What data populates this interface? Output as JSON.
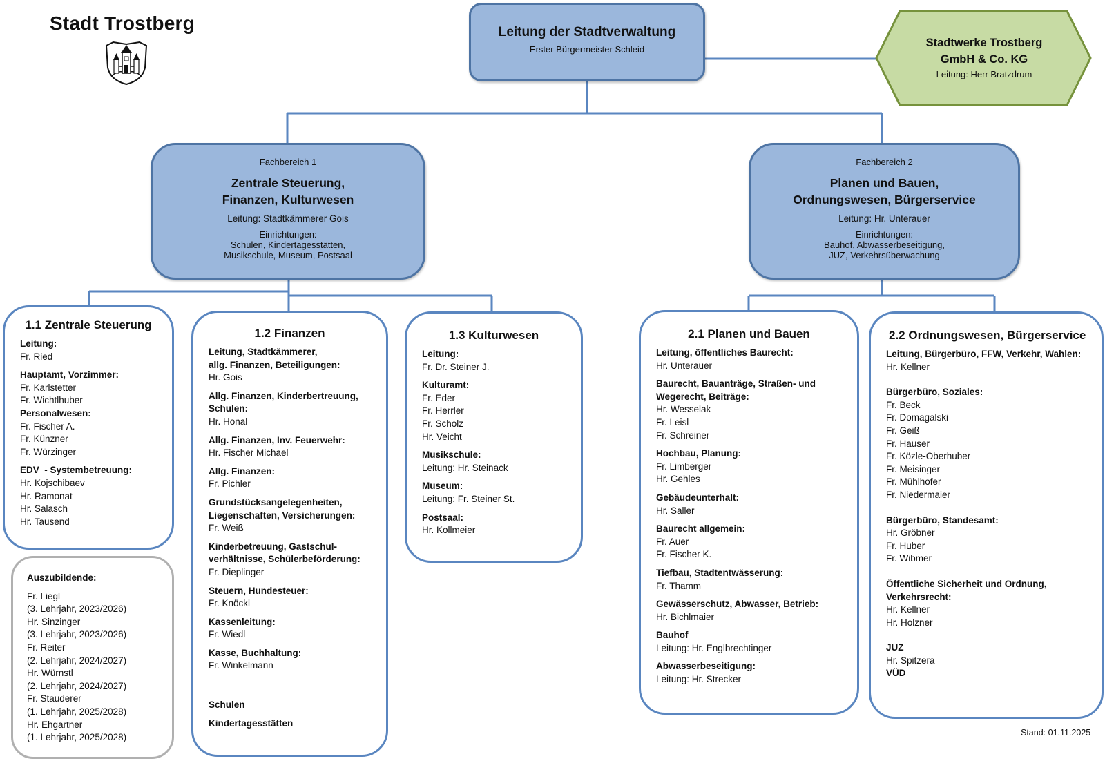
{
  "header": {
    "title": "Stadt Trostberg",
    "crest_icon": "castle-crest-icon"
  },
  "leadership": {
    "title": "Leitung der Stadtverwaltung",
    "subtitle": "Erster Bürgermeister Schleid"
  },
  "stadtwerke": {
    "title_line1": "Stadtwerke Trostberg",
    "title_line2": "GmbH & Co. KG",
    "lead": "Leitung: Herr Bratzdrum"
  },
  "fachbereiche": [
    {
      "label": "Fachbereich 1",
      "title_line1": "Zentrale Steuerung,",
      "title_line2": "Finanzen, Kulturwesen",
      "lead": "Leitung: Stadtkämmerer Gois",
      "einrichtungen_label": "Einrichtungen:",
      "einrichtungen_line1": "Schulen, Kindertagesstätten,",
      "einrichtungen_line2": "Musikschule, Museum, Postsaal"
    },
    {
      "label": "Fachbereich 2",
      "title_line1": "Planen und Bauen,",
      "title_line2": "Ordnungswesen, Bürgerservice",
      "lead": "Leitung: Hr. Unterauer",
      "einrichtungen_label": "Einrichtungen:",
      "einrichtungen_line1": "Bauhof, Abwasserbeseitigung,",
      "einrichtungen_line2": "JUZ, Verkehrsüberwachung"
    }
  ],
  "units": {
    "u11": {
      "title": "1.1 Zentrale Steuerung",
      "sections": [
        {
          "title": "Leitung:",
          "people": [
            "Fr. Ried"
          ]
        },
        {
          "title": "Hauptamt, Vorzimmer:",
          "people": [
            "Fr. Karlstetter",
            "Fr. Wichtlhuber"
          ]
        },
        {
          "title": "Personalwesen:",
          "people": [
            "Fr. Fischer A.",
            "Fr. Künzner",
            "Fr. Würzinger"
          ]
        },
        {
          "title": "EDV  - Systembetreuung:",
          "people": [
            "Hr. Kojschibaev",
            "Hr. Ramonat",
            "Hr. Salasch",
            "Hr. Tausend"
          ]
        }
      ]
    },
    "u12": {
      "title": "1.2 Finanzen",
      "sections": [
        {
          "title_lines": [
            "Leitung, Stadtkämmerer,",
            "allg. Finanzen, Beteiligungen:"
          ],
          "people": [
            "Hr. Gois"
          ]
        },
        {
          "title_lines": [
            "Allg. Finanzen, Kinderbertreuung,",
            "Schulen:"
          ],
          "people": [
            "Hr. Honal"
          ]
        },
        {
          "title_lines": [
            "Allg. Finanzen, Inv. Feuerwehr:"
          ],
          "people": [
            "Hr. Fischer Michael"
          ]
        },
        {
          "title_lines": [
            "Allg. Finanzen:"
          ],
          "people": [
            "Fr. Pichler"
          ]
        },
        {
          "title_lines": [
            "Grundstücksangelegenheiten,",
            "Liegenschaften, Versicherungen:"
          ],
          "people": [
            "Fr. Weiß"
          ]
        },
        {
          "title_lines": [
            "Kinderbetreuung, Gastschul-",
            "verhältnisse, Schülerbeförderung:"
          ],
          "people": [
            "Fr. Dieplinger"
          ]
        },
        {
          "title_lines": [
            "Steuern, Hundesteuer:"
          ],
          "people": [
            "Fr. Knöckl"
          ]
        },
        {
          "title_lines": [
            "Kassenleitung:"
          ],
          "people": [
            "Fr. Wiedl"
          ]
        },
        {
          "title_lines": [
            "Kasse, Buchhaltung:"
          ],
          "people": [
            "Fr. Winkelmann"
          ]
        }
      ],
      "extra": [
        "Schulen",
        "Kindertagesstätten"
      ]
    },
    "u13": {
      "title": "1.3 Kulturwesen",
      "sections": [
        {
          "title": "Leitung:",
          "people": [
            "Fr. Dr. Steiner J."
          ]
        },
        {
          "title": "Kulturamt:",
          "people": [
            "Fr. Eder",
            "Fr. Herrler",
            "Fr. Scholz",
            "Hr. Veicht"
          ]
        },
        {
          "title": "Musikschule:",
          "people": [
            "Leitung: Hr. Steinack"
          ]
        },
        {
          "title": "Museum:",
          "people": [
            "Leitung: Fr. Steiner St."
          ]
        },
        {
          "title": "Postsaal:",
          "people": [
            "Hr. Kollmeier"
          ]
        }
      ]
    },
    "u21": {
      "title": "2.1 Planen und Bauen",
      "sections": [
        {
          "title_lines": [
            "Leitung, öffentliches Baurecht:"
          ],
          "people": [
            "Hr. Unterauer"
          ]
        },
        {
          "title_lines": [
            "Baurecht, Bauanträge, Straßen- und",
            "Wegerecht, Beiträge:"
          ],
          "people": [
            "Hr. Wesselak",
            "Fr. Leisl",
            "Fr. Schreiner"
          ]
        },
        {
          "title_lines": [
            "Hochbau, Planung:"
          ],
          "people": [
            "Fr. Limberger",
            "Hr. Gehles"
          ]
        },
        {
          "title_lines": [
            "Gebäudeunterhalt:"
          ],
          "people": [
            "Hr. Saller"
          ]
        },
        {
          "title_lines": [
            "Baurecht allgemein:"
          ],
          "people": [
            "Fr. Auer",
            "Fr. Fischer K."
          ]
        },
        {
          "title_lines": [
            "Tiefbau, Stadtentwässerung:"
          ],
          "people": [
            "Fr. Thamm"
          ]
        },
        {
          "title_lines": [
            "Gewässerschutz, Abwasser, Betrieb:"
          ],
          "people": [
            "Hr. Bichlmaier"
          ]
        },
        {
          "title_lines": [
            "Bauhof"
          ],
          "people": [
            "Leitung: Hr. Englbrechtinger"
          ]
        },
        {
          "title_lines": [
            "Abwasserbeseitigung:"
          ],
          "people": [
            "Leitung: Hr. Strecker"
          ]
        }
      ]
    },
    "u22": {
      "title": "2.2 Ordnungswesen, Bürgerservice",
      "sections": [
        {
          "title_lines": [
            "Leitung, Bürgerbüro, FFW, Verkehr, Wahlen:"
          ],
          "people": [
            "Hr. Kellner"
          ]
        },
        {
          "title_lines": [
            "Bürgerbüro, Soziales:"
          ],
          "people": [
            "Fr. Beck",
            "Fr. Domagalski",
            "Fr. Geiß",
            "Fr. Hauser",
            "Fr. Közle-Oberhuber",
            "Fr. Meisinger",
            "Fr. Mühlhofer",
            "Fr. Niedermaier"
          ]
        },
        {
          "title_lines": [
            "Bürgerbüro, Standesamt:"
          ],
          "people": [
            "Hr. Gröbner",
            "Fr. Huber",
            "Fr. Wibmer"
          ]
        },
        {
          "title_lines": [
            "Öffentliche Sicherheit und Ordnung,",
            "Verkehrsrecht:"
          ],
          "people": [
            "Hr. Kellner",
            "Hr. Holzner"
          ]
        },
        {
          "title_lines": [
            "JUZ"
          ],
          "people": [
            "Hr. Spitzera"
          ]
        },
        {
          "title_lines": [
            "VÜD"
          ],
          "people": []
        }
      ]
    }
  },
  "azubis": {
    "title": "Auszubildende:",
    "lines": [
      "Fr. Liegl",
      "(3. Lehrjahr, 2023/2026)",
      "Hr. Sinzinger",
      "(3. Lehrjahr, 2023/2026)",
      "Fr. Reiter",
      "(2. Lehrjahr, 2024/2027)",
      "Hr. Würnstl",
      "(2. Lehrjahr, 2024/2027)",
      "Fr. Stauderer",
      "(1. Lehrjahr, 2025/2028)",
      "Hr. Ehgartner",
      "(1. Lehrjahr, 2025/2028)"
    ]
  },
  "footer": {
    "stand": "Stand: 01.11.2025"
  },
  "colors": {
    "box_fill": "#9bb7dc",
    "box_border": "#4e74a4",
    "unit_border": "#5a86c0",
    "hex_fill": "#c7dba4",
    "hex_border": "#76923c",
    "azubi_border": "#b0b0b0"
  }
}
